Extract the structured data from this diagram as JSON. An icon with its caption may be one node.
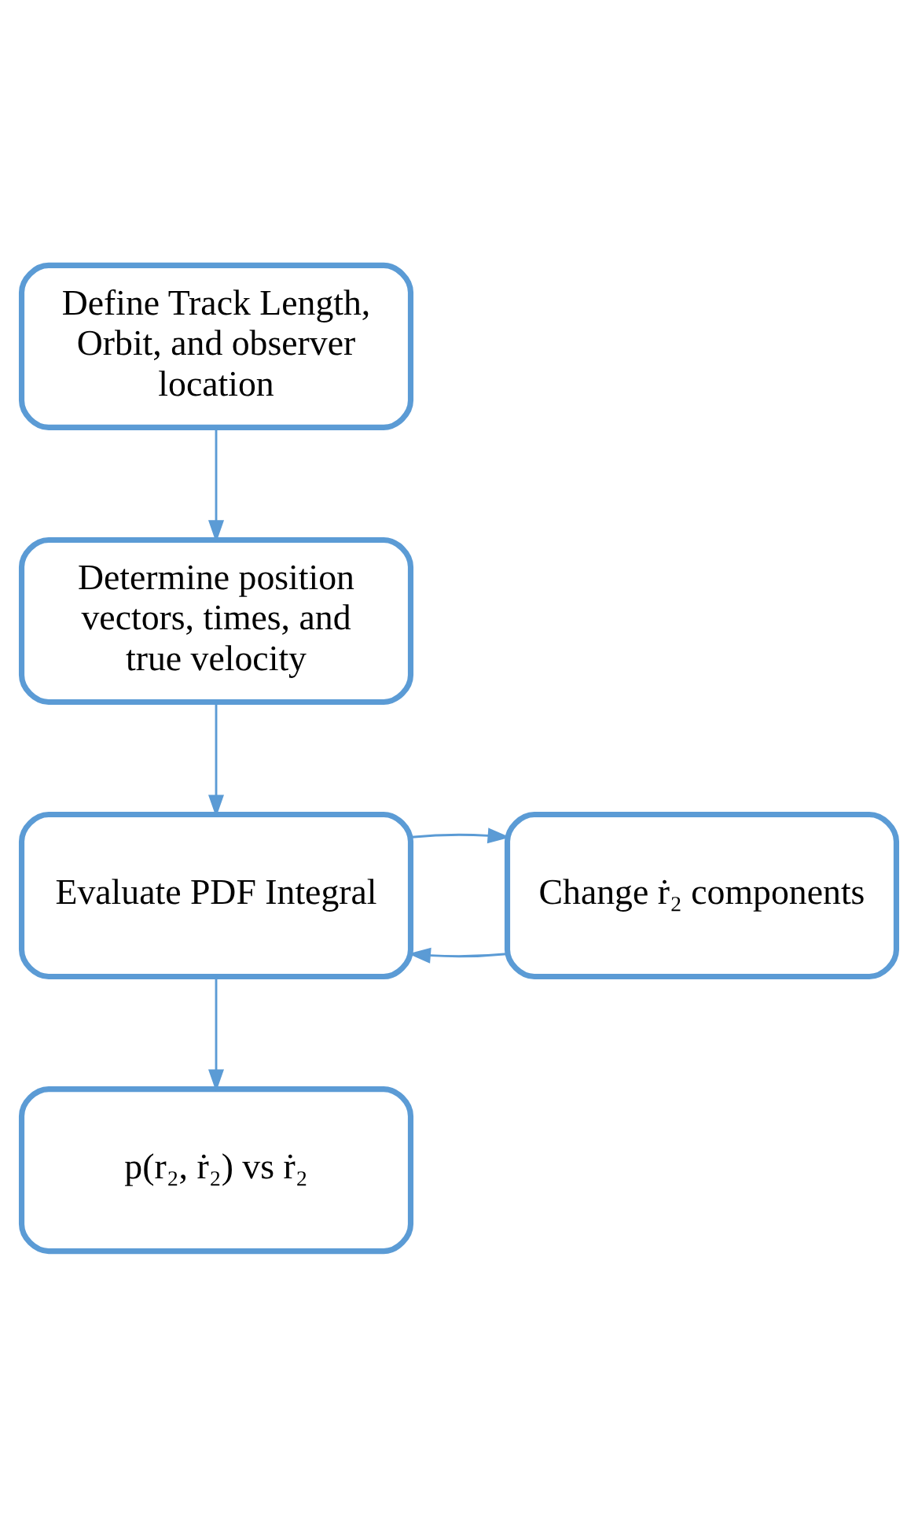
{
  "diagram": {
    "nodes": [
      {
        "text": [
          "Define Track Length, Orbit, and observer location"
        ]
      },
      {
        "text": [
          "Determine position vectors, times, and true velocity"
        ]
      },
      {
        "text": [
          "Evaluate PDF Integral"
        ]
      },
      {
        "text": [
          "Change ṙ₂ components"
        ]
      },
      {
        "text": [
          "p(r₂, ṙ₂) vs ṙ₂"
        ]
      }
    ],
    "edges": [
      {
        "from": 0,
        "to": 1,
        "arrow": "to"
      },
      {
        "from": 1,
        "to": 2,
        "arrow": "to"
      },
      {
        "from": 3,
        "to": 2,
        "arrow": "to"
      },
      {
        "from": 2,
        "to": 3,
        "arrow": "to"
      },
      {
        "from": 2,
        "to": 4,
        "arrow": "to"
      }
    ]
  }
}
